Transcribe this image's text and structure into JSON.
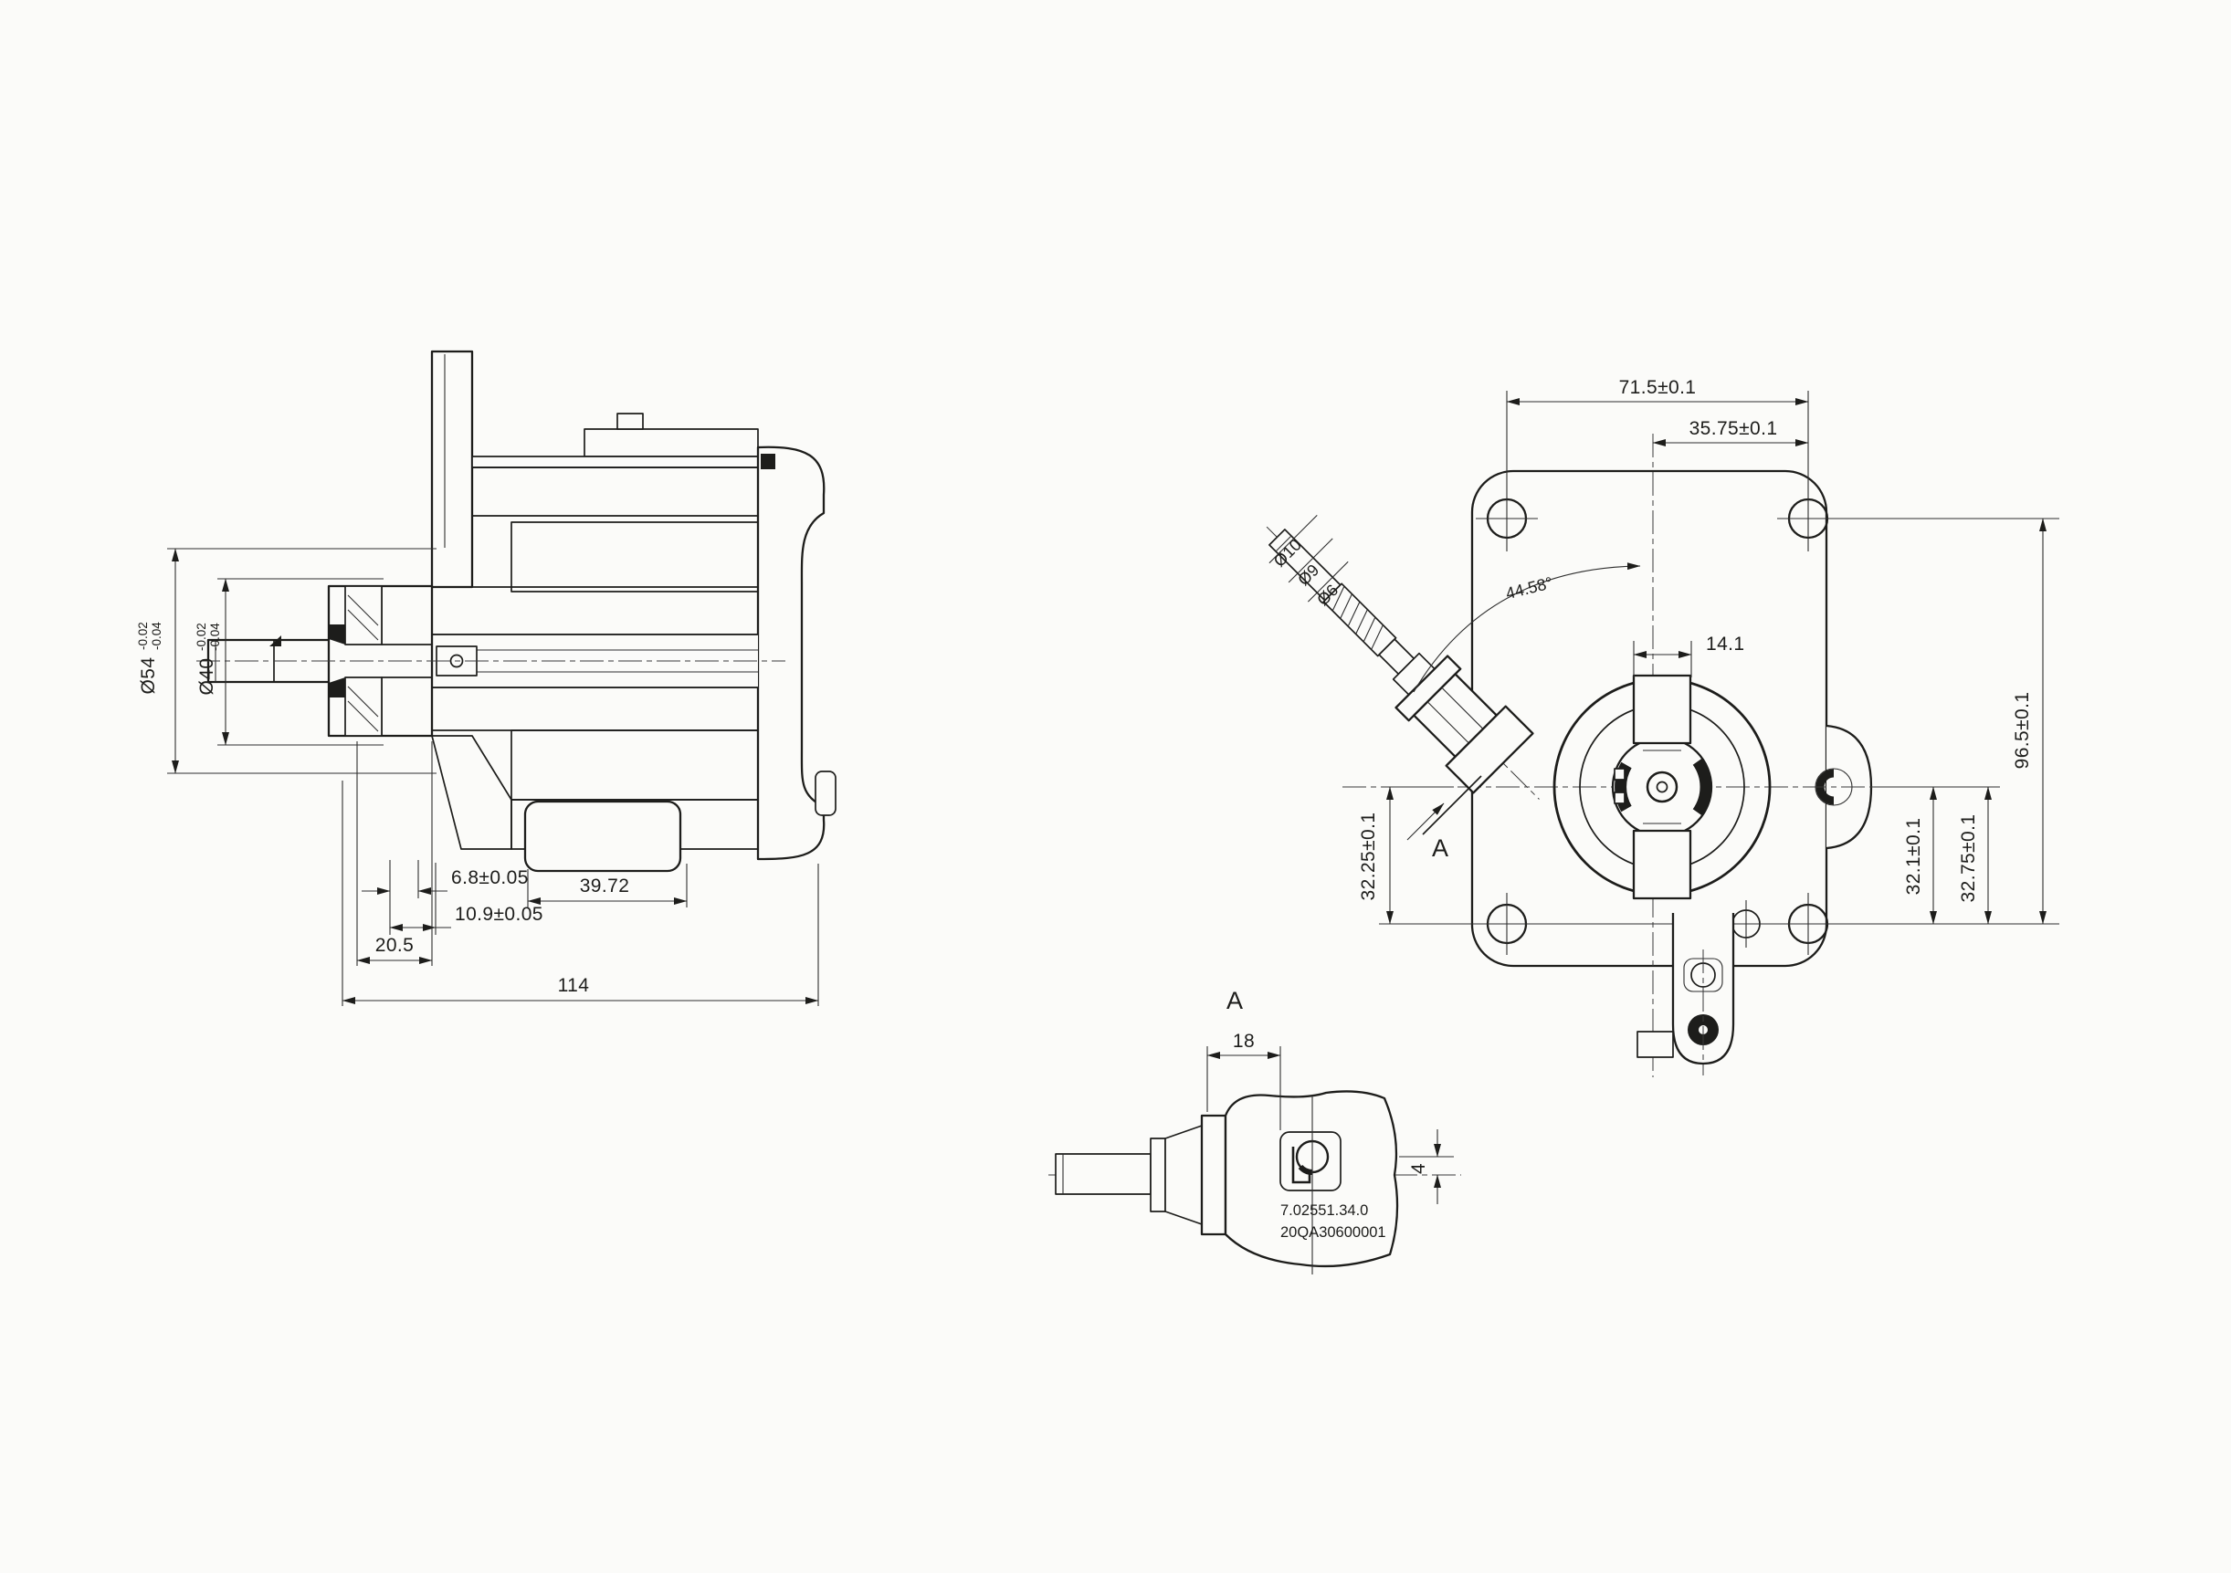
{
  "colors": {
    "paper": "#fbfbf9",
    "ink": "#1d1d1b",
    "dim_line": "#2e2e2e"
  },
  "section_view": {
    "dia54": {
      "prefix": "Ø54",
      "tol_up": "-0.02",
      "tol_dn": "-0.04"
    },
    "dia40": {
      "prefix": "Ø40",
      "tol_up": "-0.02",
      "tol_dn": "-0.04"
    },
    "dim_6_8": "6.8±0.05",
    "dim_39_72": "39.72",
    "dim_10_9": "10.9±0.05",
    "dim_20_5": "20.5",
    "dim_114": "114"
  },
  "front_view": {
    "dim_71_5": "71.5±0.1",
    "dim_35_75": "35.75±0.1",
    "dim_14_1": "14.1",
    "dim_32_25": "32.25±0.1",
    "dim_32_1": "32.1±0.1",
    "dim_32_75": "32.75±0.1",
    "dim_96_5": "96.5±0.1",
    "angle": "44.58°",
    "dia10": "Ø10",
    "dia9": "Ø9",
    "dia6": "Ø6",
    "section_arrow_label": "A"
  },
  "detail_view": {
    "title": "A",
    "dim_18": "18",
    "dim_4": "4",
    "part_number_line1": "7.02551.34.0",
    "part_number_line2": "20QA30600001"
  }
}
